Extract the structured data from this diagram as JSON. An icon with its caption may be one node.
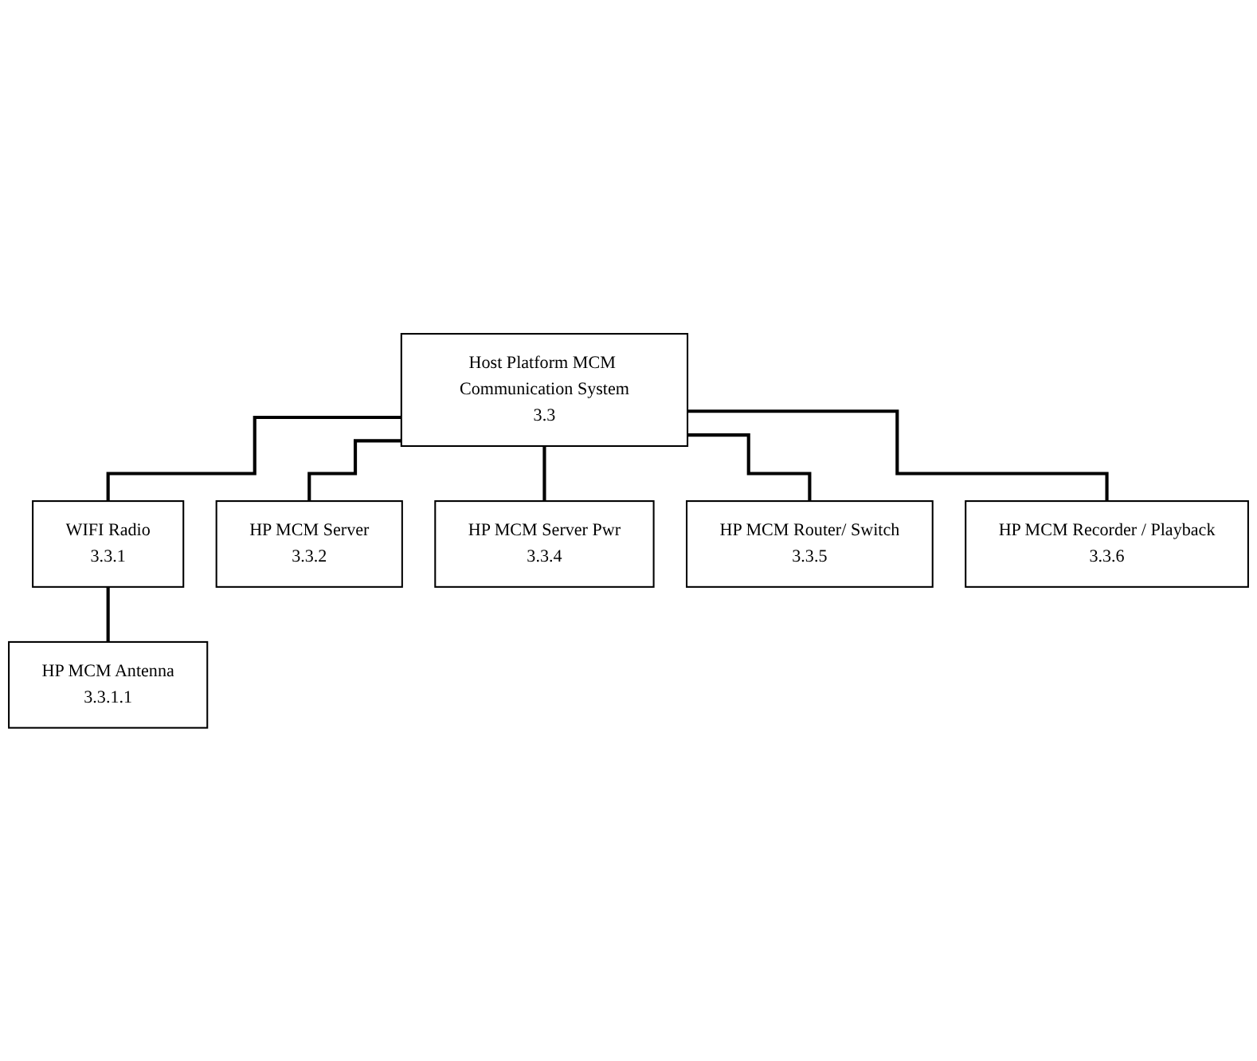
{
  "diagram": {
    "nodes": [
      {
        "text": [
          "Host Platform MCM Communication System",
          "3.3"
        ]
      },
      {
        "text": [
          "WIFI Radio",
          "3.3.1"
        ]
      },
      {
        "text": [
          "HP MCM Server",
          "3.3.2"
        ]
      },
      {
        "text": [
          "HP MCM Server Pwr",
          "3.3.4"
        ]
      },
      {
        "text": [
          "HP MCM Router/ Switch",
          "3.3.5"
        ]
      },
      {
        "text": [
          "HP MCM Recorder / Playback",
          "3.3.6"
        ]
      },
      {
        "text": [
          "HP MCM Antenna",
          "3.3.1.1"
        ]
      }
    ],
    "edges": [
      {
        "from": 0,
        "to": 1,
        "arrow": "none"
      },
      {
        "from": 0,
        "to": 2,
        "arrow": "none"
      },
      {
        "from": 0,
        "to": 3,
        "arrow": "none"
      },
      {
        "from": 0,
        "to": 4,
        "arrow": "none"
      },
      {
        "from": 0,
        "to": 5,
        "arrow": "none"
      },
      {
        "from": 1,
        "to": 6,
        "arrow": "none"
      }
    ]
  }
}
